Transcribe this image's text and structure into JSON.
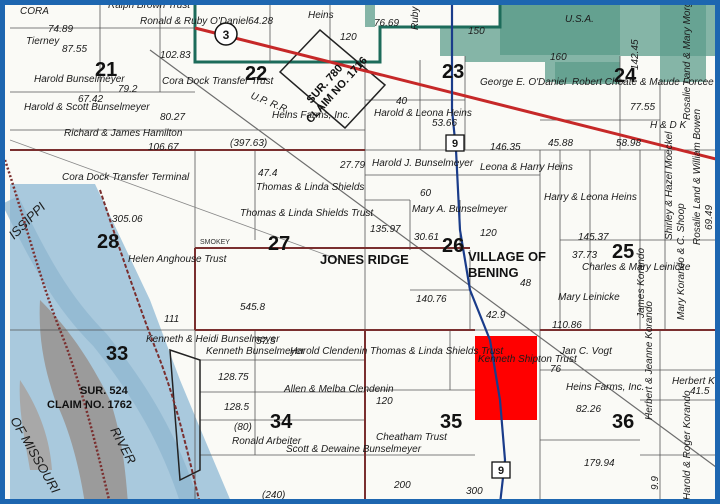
{
  "map": {
    "sections": [
      "21",
      "22",
      "23",
      "24",
      "25",
      "26",
      "27",
      "28",
      "33",
      "34",
      "35",
      "36"
    ],
    "places": [
      "JONES RIDGE",
      "VILLAGE OF",
      "BENING"
    ],
    "surveys": [
      {
        "line1": "SUR. 780",
        "line2": "CLAIM NO. 1716"
      },
      {
        "line1": "SUR. 524",
        "line2": "CLAIM NO. 1762"
      }
    ],
    "route_numbers": [
      "3",
      "9",
      "9"
    ],
    "owners": [
      "Ralph Brown Trust",
      "Ronald & Ruby O'Daniel",
      "Heins",
      "Ruby O'Daniel",
      "U.S.A.",
      "CORA",
      "Tierney",
      "Harold Bunselmeyer",
      "Cora Dock Transfer Trust",
      "Harold & Scott Bunselmeyer",
      "George E. O'Daniel",
      "Robert Choate & Maude Forcee",
      "Heins Farms, Inc.",
      "Harold & Leona Heins",
      "Richard & James Hamilton",
      "H & D K",
      "Rosalie Land & Mary Morgan",
      "Harold J. Bunselmeyer",
      "Leona & Harry Heins",
      "Cora Dock Transfer Terminal",
      "Thomas & Linda Shields",
      "Harry & Leona Heins",
      "Thomas & Linda Shields Trust",
      "Mary A. Bunselmeyer",
      "Shirley & Hazel Moeckel",
      "Rosalie Land & William Bowen",
      "Helen Anghouse Trust",
      "Charles & Mary Leinicke",
      "James Korando",
      "Mary Korando & C. Shoop",
      "Mary Leinicke",
      "Kenneth & Heidi Bunselmeyer",
      "Kenneth Bunselmeyer",
      "Harold Clendenin",
      "Thomas & Linda Shields Trust",
      "Jan C. Vogt",
      "Herbert & Jeanne Korando",
      "Allen & Melba Clendenin",
      "Kenneth Shipton Trust",
      "Heins Farms, Inc.",
      "Herbert Korando",
      "Ronald Arbeiter",
      "Scott & Dewaine Bunselmeyer",
      "Cheatham Trust",
      "Harold & Roger Korando",
      "U.P. R.R."
    ],
    "acreages": [
      "74.89",
      "87.55",
      "102.83",
      "64.28",
      "120",
      "76.69",
      "150",
      "160",
      "142.45",
      "79.2",
      "67.42",
      "80.27",
      "40",
      "53.66",
      "77.55",
      "106.67",
      "(397.63)",
      "27.79",
      "146.35",
      "45.88",
      "58.98",
      "47.4",
      "60",
      "305.06",
      "135.97",
      "30.61",
      "120",
      "145.37",
      "37.73",
      "69.49",
      "111",
      "545.8",
      "140.76",
      "48",
      "42.9",
      "110.86",
      "57.5",
      "128.75",
      "76",
      "128.5",
      "120",
      "(80)",
      "82.26",
      "41.5",
      "200",
      "179.94",
      "300",
      "(240)",
      "9.9"
    ],
    "labels": [
      "SMOKEY",
      "ISSIPPI",
      "RIVER",
      "OF MISSOURI"
    ],
    "highlight_color": "#ff0000",
    "usa_land_color": "#5e9e8c",
    "border_color": "#1d66b0"
  }
}
